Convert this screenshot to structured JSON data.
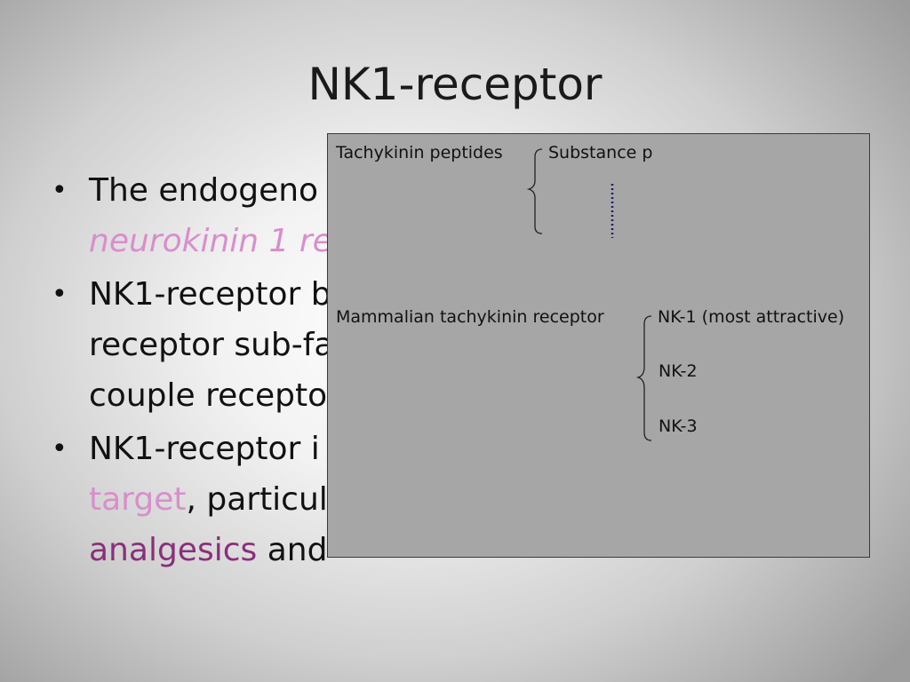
{
  "slide": {
    "title": "NK1-receptor"
  },
  "bullets": [
    {
      "line1": "The endogeno",
      "line2": "neurokinin 1 re"
    },
    {
      "line1": "NK1-receptor b",
      "line2": "receptor sub-fa",
      "line3": "couple recepto"
    },
    {
      "line1": "NK1-receptor i",
      "line2_a": "target",
      "line2_b": ", particul",
      "line3_a": "analgesics",
      "line3_b": " and"
    }
  ],
  "overlay": {
    "row1_label": "Tachykinin peptides",
    "row1_item": "Substance p",
    "row2_label": "Mammalian tachykinin receptor",
    "row2_items": [
      "NK-1 (most attractive)",
      "NK-2",
      "NK-3"
    ]
  },
  "colors": {
    "pink": "#d98ecc",
    "purple": "#8a2f7c",
    "dotted_line": "#1a1f6b"
  }
}
